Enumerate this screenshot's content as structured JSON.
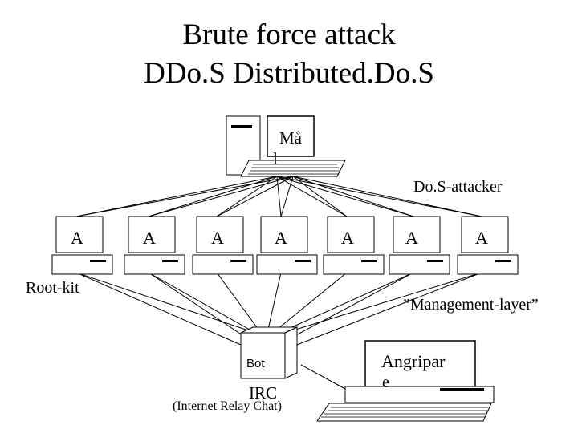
{
  "title": {
    "line1": "Brute force attack",
    "line2": "DDo.S Distributed.Do.S"
  },
  "master": {
    "screen_text_1": "Må",
    "screen_text_2": "l"
  },
  "labels": {
    "dos_attacker": "Do.S-attacker",
    "root_kit": "Root-kit",
    "management_layer": "”Management-layer”",
    "bot": "Bot",
    "irc": "IRC",
    "irc_full": "(Internet Relay Chat)"
  },
  "agents": [
    "A",
    "A",
    "A",
    "A",
    "A",
    "A",
    "A"
  ],
  "attacker": {
    "screen_text_1": "Angripar",
    "screen_text_2": "e"
  }
}
